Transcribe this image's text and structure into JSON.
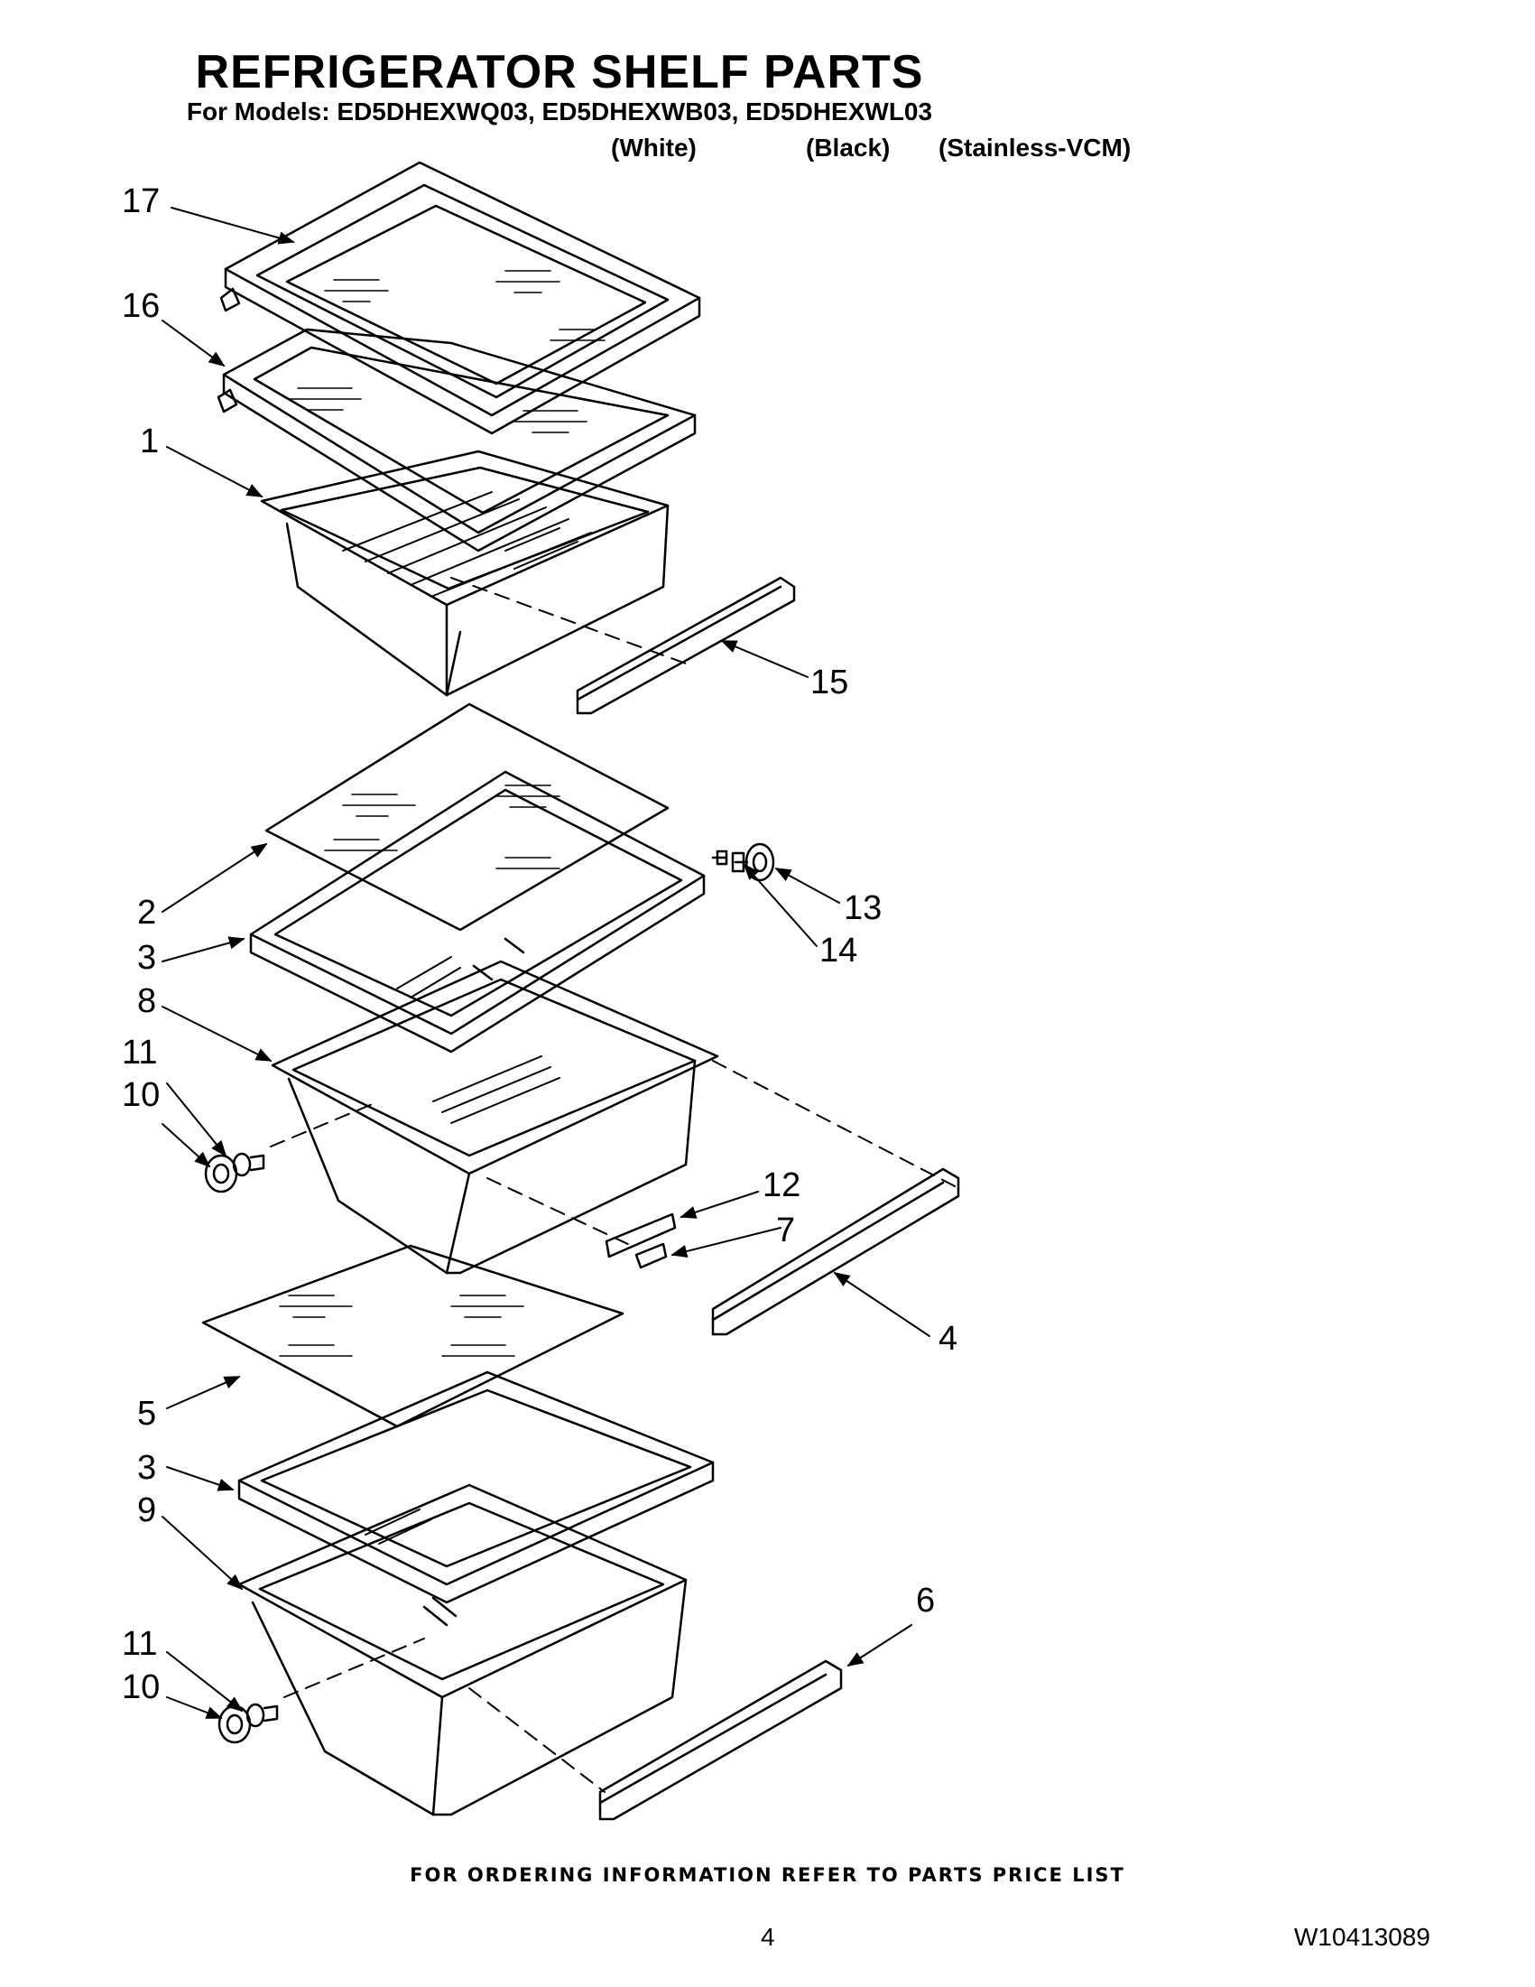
{
  "title": "REFRIGERATOR SHELF PARTS",
  "models_line": "For Models: ED5DHEXWQ03, ED5DHEXWB03, ED5DHEXWL03",
  "variants": {
    "white": "(White)",
    "black": "(Black)",
    "stainless": "(Stainless-VCM)"
  },
  "callouts": {
    "c17": "17",
    "c16": "16",
    "c1": "1",
    "c15": "15",
    "c2": "2",
    "c3a": "3",
    "c13": "13",
    "c14": "14",
    "c8": "8",
    "c11a": "11",
    "c10a": "10",
    "c12": "12",
    "c7": "7",
    "c4": "4",
    "c5": "5",
    "c3b": "3",
    "c9": "9",
    "c6": "6",
    "c11b": "11",
    "c10b": "10"
  },
  "footer": "FOR ORDERING INFORMATION REFER TO PARTS PRICE LIST",
  "page_number": "4",
  "document_number": "W10413089"
}
